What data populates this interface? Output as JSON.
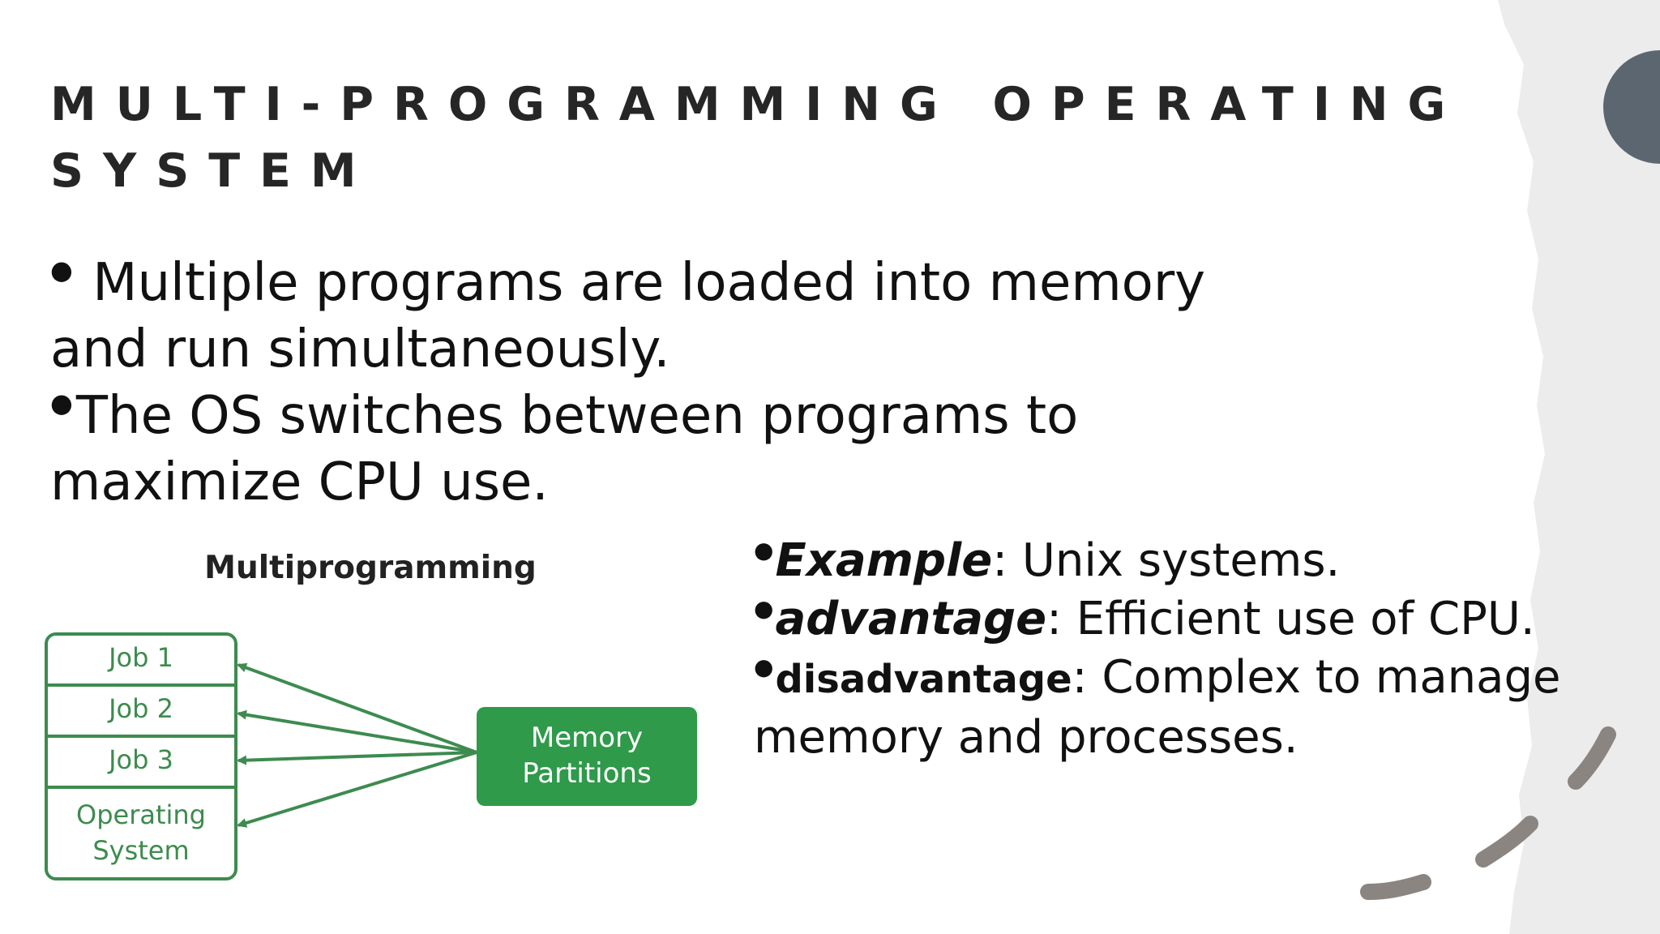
{
  "title": {
    "line1": "MULTI-PROGRAMMING OPERATING",
    "line2": "SYSTEM"
  },
  "main_bullets": {
    "b1_line1": "Multiple programs are loaded into memory",
    "b1_line2": "and run simultaneously.",
    "b2_line1": "The OS switches between programs to",
    "b2_line2": "maximize CPU use."
  },
  "side_bullets": {
    "example_term": "Example",
    "example_text": ": Unix systems.",
    "advantage_term": "advantage",
    "advantage_text": ": Efficient use of CPU.",
    "disadvantage_term": "disadvantage",
    "disadvantage_text": ": Complex to manage",
    "disadvantage_text2": "memory and processes."
  },
  "diagram": {
    "title": "Multiprogramming",
    "jobs": [
      "Job 1",
      "Job 2",
      "Job 3"
    ],
    "os_line1": "Operating",
    "os_line2": "System",
    "memory_line1": "Memory",
    "memory_line2": "Partitions"
  },
  "colors": {
    "diagram_green": "#2e9a4a",
    "diagram_line": "#3d8b4f",
    "title_text": "#262626",
    "deco_gray": "#ececec",
    "deco_circle": "#5b6670",
    "deco_dash": "#8a8580"
  }
}
